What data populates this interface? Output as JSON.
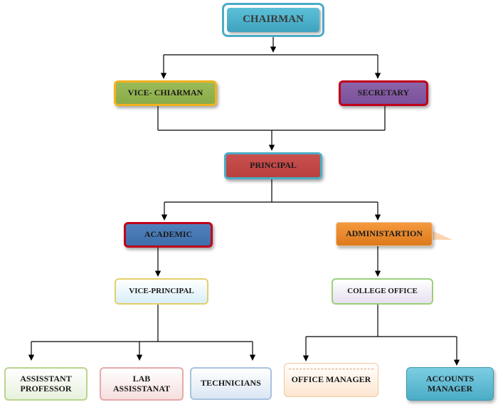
{
  "nodes": {
    "chairman": "CHAIRMAN",
    "vice_chairman": "VICE- CHIARMAN",
    "secretary": "SECRETARY",
    "principal": "PRINCIPAL",
    "academic": "ACADEMIC",
    "administration": "ADMINISTARTION",
    "vice_principal": "VICE-PRINCIPAL",
    "college_office": "COLLEGE OFFICE",
    "assistant_professor": [
      "ASSISSTANT",
      "PROFESSOR"
    ],
    "lab_assistant": [
      "LAB",
      "ASSISSTANAT"
    ],
    "technicians": "TECHNICIANS",
    "office_manager": "OFFICE MANAGER",
    "accounts_manager": [
      "ACCOUNTS",
      "MANAGER"
    ]
  },
  "colors": {
    "chairman": "#4bacc6",
    "vice_chairman": "#9bbb59",
    "secretary": "#8064a2",
    "principal": "#c0504d",
    "academic": "#4f81bd",
    "administration": "#f79646",
    "accounts_manager": "#4bacc6",
    "connector": "#000000"
  }
}
